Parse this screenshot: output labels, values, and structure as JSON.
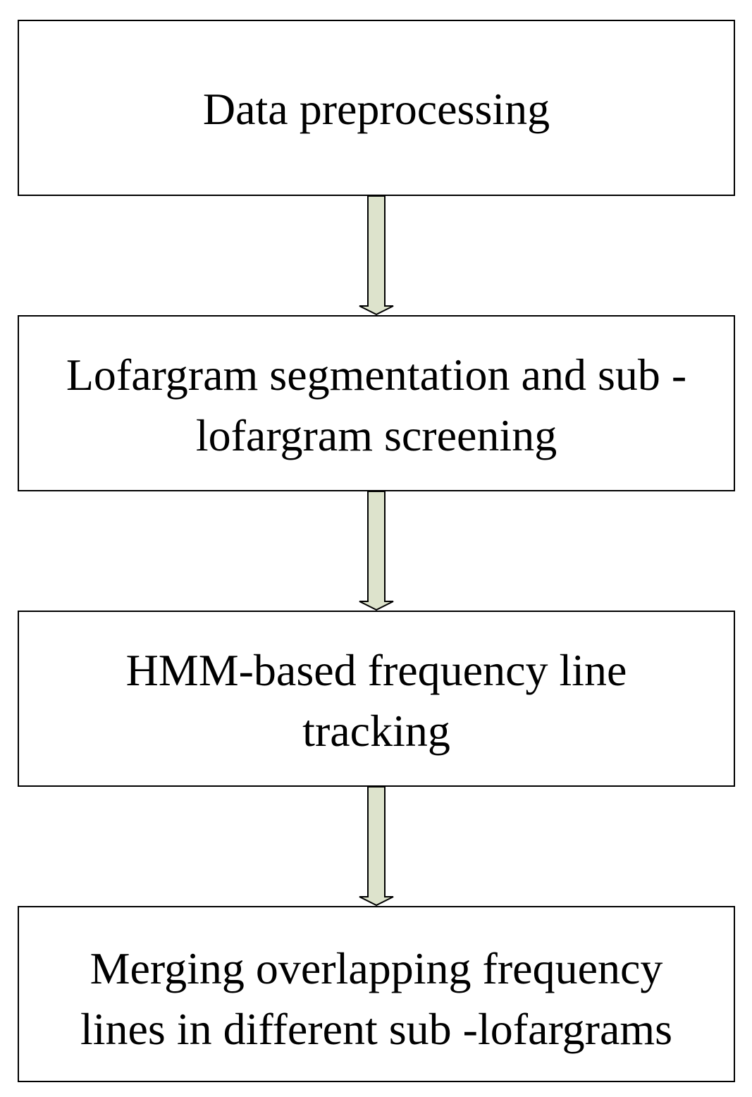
{
  "diagram": {
    "colors": {
      "arrow_fill": "#dde3cc",
      "box_border": "#000000",
      "text": "#000000"
    },
    "steps": [
      {
        "lines": [
          "Data preprocessing"
        ]
      },
      {
        "lines": [
          "Lofargram segmentation and sub -",
          "lofargram screening"
        ]
      },
      {
        "lines": [
          "HMM-based frequency line",
          "tracking"
        ]
      },
      {
        "lines": [
          "Merging overlapping frequency",
          "lines in different sub -lofargrams"
        ]
      }
    ]
  }
}
